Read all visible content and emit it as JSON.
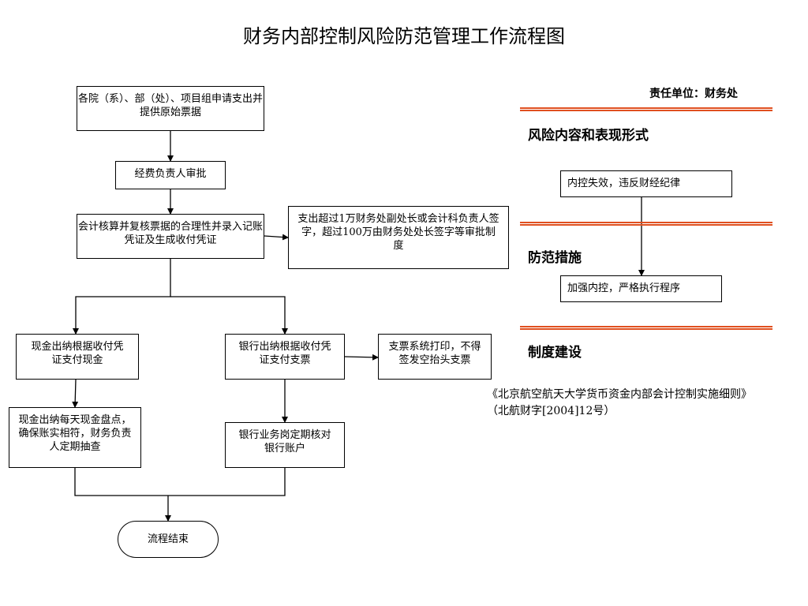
{
  "title": "财务内部控制风险防范管理工作流程图",
  "owner_label": "责任单位：财务处",
  "sections": {
    "risk": "风险内容和表现形式",
    "measures": "防范措施",
    "system": "制度建设"
  },
  "flow": {
    "apply": "各院（系）、部（处）、项目组申请支出并提供原始票据",
    "review": "经费负责人审批",
    "accounting": "会计核算并复核票据的合理性并录入记账凭证及生成收付凭证",
    "approval_rule": "支出超过1万财务处副处长或会计科负责人签字，超过100万由财务处处长签字等审批制度",
    "cash_pay": "现金出纳根据收付凭证支付现金",
    "bank_pay": "银行出纳根据收付凭证支付支票",
    "cheque_print": "支票系统打印，不得签发空抬头支票",
    "cash_count": "现金出纳每天现金盘点，确保账实相符，财务负责人定期抽查",
    "bank_reconcile": "银行业务岗定期核对银行账户",
    "end": "流程结束"
  },
  "risk_box": "内控失效，违反财经纪律",
  "measure_box": "加强内控，严格执行程序",
  "reference": {
    "line1": "《北京航空航天大学货币资金内部会计控制实施细则》",
    "line2": "（北航财字[2004]12号）"
  },
  "colors": {
    "rule": "#e05020",
    "line": "#000000"
  }
}
